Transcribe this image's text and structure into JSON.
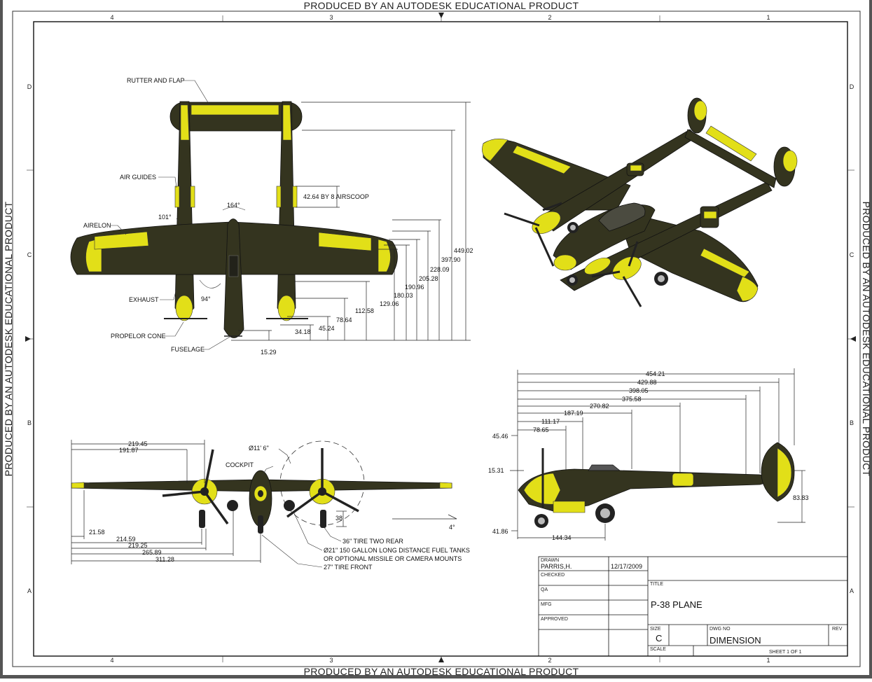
{
  "watermark": {
    "top": "PRODUCED BY AN AUTODESK EDUCATIONAL PRODUCT",
    "bottom": "PRODUCED BY AN AUTODESK EDUCATIONAL PRODUCT",
    "left": "PRODUCED BY AN AUTODESK EDUCATIONAL PRODUCT",
    "right": "PRODUCED BY AN AUTODESK EDUCATIONAL PRODUCT"
  },
  "zones": {
    "columns": [
      "4",
      "3",
      "2",
      "1"
    ],
    "rows": [
      "D",
      "C",
      "B",
      "A"
    ]
  },
  "top_view": {
    "labels": {
      "rudder_flap": "RUTTER AND FLAP",
      "air_guides": "AIR GUIDES",
      "aileron": "AIRELON",
      "exhaust": "EXHAUST",
      "propeller_cone": "PROPELOR CONE",
      "fuselage": "FUSELAGE",
      "airscoop": "42.64 BY 8 AIRSCOOP"
    },
    "angles": {
      "a164": "164°",
      "a101": "101°",
      "a94": "94°"
    },
    "dims": {
      "d449": "449.02",
      "d397": "397.90",
      "d228": "228.09",
      "d205": "205.28",
      "d190": "190.96",
      "d180": "180.03",
      "d129": "129.06",
      "d112": "112.58",
      "d78": "78.64",
      "d45": "45.24",
      "d34": "34.18",
      "d15": "15.29"
    }
  },
  "front_view": {
    "labels": {
      "cockpit": "COCKPIT",
      "prop_dia": "Ø11' 6\"",
      "tire_rear": "36\" TIRE TWO REAR",
      "fuel_tanks_1": "Ø21\" 150 GALLON LONG DISTANCE FUEL TANKS",
      "fuel_tanks_2": "OR OPTIONAL MISSILE OR CAMERA MOUNTS",
      "tire_front": "27\" TIRE FRONT"
    },
    "dims": {
      "d219_45": "219.45",
      "d191_87": "191.87",
      "d21_58": "21.58",
      "d214_59": "214.59",
      "d219_25": "219.25",
      "d265_89": "265.89",
      "d311_28": "311.28",
      "d38": "38",
      "deg4": "4°"
    }
  },
  "side_view": {
    "dims": {
      "d454": "454.21",
      "d429": "429.88",
      "d398": "398.05",
      "d375": "375.58",
      "d270": "270.82",
      "d187": "187.19",
      "d111": "111.17",
      "d78": "78.65",
      "d45": "45.46",
      "d15": "15.31",
      "d83": "83.83",
      "d41": "41.86",
      "d144": "144.34"
    }
  },
  "title_block": {
    "drawn_label": "DRAWN",
    "drawn_name": "PARRIS,H.",
    "drawn_date": "12/17/2009",
    "checked_label": "CHECKED",
    "qa_label": "QA",
    "mfg_label": "MFG",
    "approved_label": "APPROVED",
    "title_label": "TITLE",
    "title": "P-38 PLANE",
    "size_label": "SIZE",
    "size": "C",
    "dwg_label": "DWG NO",
    "dwg_no": "DIMENSION",
    "rev_label": "REV",
    "scale_label": "SCALE",
    "sheet_text": "SHEET 1  OF 1"
  },
  "colors": {
    "paint": "#34341f",
    "accent": "#e2df18",
    "line": "#222222"
  }
}
